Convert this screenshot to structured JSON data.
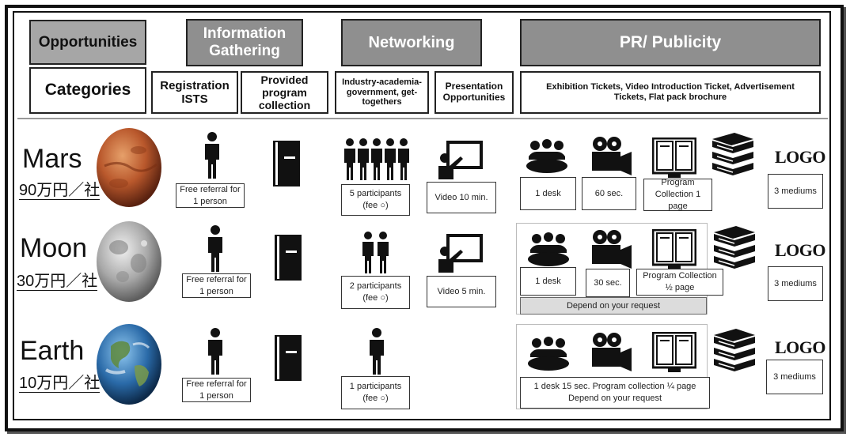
{
  "headers": {
    "opportunities": "Opportunities",
    "info_gathering": "Information Gathering",
    "networking": "Networking",
    "pr_publicity": "PR/ Publicity",
    "categories": "Categories"
  },
  "categories": {
    "registration": "Registration ISTS",
    "program_collection": "Provided program collection",
    "get_togethers": "Industry-academia-government, get-togethers",
    "presentation": "Presentation Opportunities",
    "pr_items": "Exhibition Tickets, Video Introduction Ticket, Advertisement Tickets, Flat pack brochure"
  },
  "tiers": [
    {
      "name": "Mars",
      "price": "90万円／社",
      "referral": "Free referral for 1 person",
      "participants": "5 participants (fee ○)",
      "video": "Video 10 min.",
      "desk": "1 desk",
      "video_ad": "60 sec.",
      "collection": "Program Collection 1 page",
      "mediums": "3 mediums",
      "logo": "LOGO"
    },
    {
      "name": "Moon",
      "price": "30万円／社",
      "referral": "Free referral for 1 person",
      "participants": "2 participants (fee ○)",
      "video": "Video 5 min.",
      "desk": "1 desk",
      "video_ad": "30 sec.",
      "collection": "Program Collection ½ page",
      "request": "Depend on your request",
      "mediums": "3 mediums",
      "logo": "LOGO"
    },
    {
      "name": "Earth",
      "price": "10万円／社",
      "referral": "Free referral for 1 person",
      "participants": "1 participants (fee ○)",
      "combined": "1 desk 15 sec. Program collection ¼ page",
      "request": "Depend on your request",
      "mediums": "3 mediums",
      "logo": "LOGO"
    }
  ],
  "colors": {
    "header_gray": "#8f8f8f",
    "opportunities_gray": "#a6a6a6",
    "request_gray": "#dcdcdc"
  }
}
